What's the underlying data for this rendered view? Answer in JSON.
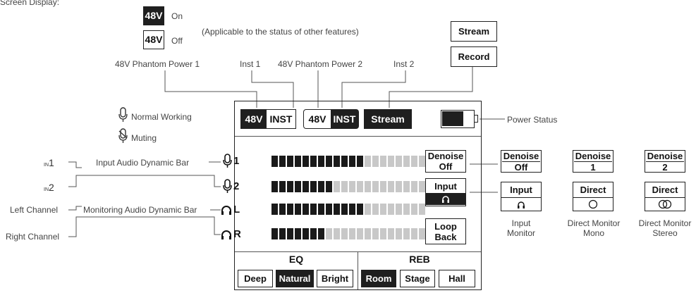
{
  "header_text": "Screen Display:",
  "legend": {
    "on_badge": "48V",
    "on_label": "On",
    "off_badge": "48V",
    "off_label": "Off",
    "note": "(Applicable to the status of other features)",
    "normal": "Normal Working",
    "muting": "Muting"
  },
  "top_labels": {
    "phantom1": "48V Phantom Power 1",
    "inst1": "Inst 1",
    "phantom2": "48V Phantom Power 2",
    "inst2": "Inst 2",
    "stream_btn": "Stream",
    "record_btn": "Record",
    "power_status": "Power Status"
  },
  "screen": {
    "ch1_48v": "48V",
    "ch1_inst": "INST",
    "ch2_48v": "48V",
    "ch2_inst": "INST",
    "stream": "Stream",
    "channels": [
      {
        "num": "1",
        "level": 12
      },
      {
        "num": "2",
        "level": 8
      },
      {
        "num": "L",
        "level": 12
      },
      {
        "num": "R",
        "level": 7
      }
    ],
    "bar_segments": 20,
    "denoise_line1": "Denoise",
    "denoise_line2": "Off",
    "input_label": "Input",
    "loop_line1": "Loop",
    "loop_line2": "Back",
    "eq_title": "EQ",
    "eq_options": [
      "Deep",
      "Natural",
      "Bright"
    ],
    "eq_selected": 1,
    "reb_title": "REB",
    "reb_options": [
      "Room",
      "Stage",
      "Hall"
    ],
    "reb_selected": 0
  },
  "left_labels": {
    "in1": "1",
    "in2": "2",
    "in_prefix": "IN",
    "input_bar": "Input Audio Dynamic Bar",
    "left_channel": "Left Channel",
    "monitor_bar": "Monitoring Audio Dynamic Bar",
    "right_channel": "Right Channel"
  },
  "right_panel": {
    "denoise": [
      {
        "line1": "Denoise",
        "line2": "Off"
      },
      {
        "line1": "Denoise",
        "line2": "1"
      },
      {
        "line1": "Denoise",
        "line2": "2"
      }
    ],
    "monitors": [
      {
        "title": "Input",
        "icon": "headphone-icon",
        "caption": "Input Monitor"
      },
      {
        "title": "Direct",
        "icon": "mono-circle-icon",
        "caption": "Direct Monitor Mono"
      },
      {
        "title": "Direct",
        "icon": "stereo-circles-icon",
        "caption": "Direct Monitor Stereo"
      }
    ]
  }
}
